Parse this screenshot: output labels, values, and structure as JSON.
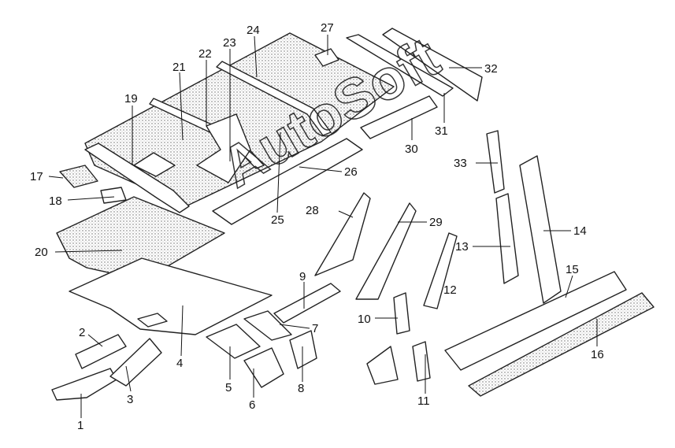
{
  "diagram": {
    "watermark": "AutoSoft",
    "parts": [
      {
        "id": "1",
        "label": "1"
      },
      {
        "id": "2",
        "label": "2"
      },
      {
        "id": "3",
        "label": "3"
      },
      {
        "id": "4",
        "label": "4"
      },
      {
        "id": "5",
        "label": "5"
      },
      {
        "id": "6",
        "label": "6"
      },
      {
        "id": "7",
        "label": "7"
      },
      {
        "id": "8",
        "label": "8"
      },
      {
        "id": "9",
        "label": "9"
      },
      {
        "id": "10",
        "label": "10"
      },
      {
        "id": "11",
        "label": "11"
      },
      {
        "id": "12",
        "label": "12"
      },
      {
        "id": "13",
        "label": "13"
      },
      {
        "id": "14",
        "label": "14"
      },
      {
        "id": "15",
        "label": "15"
      },
      {
        "id": "16",
        "label": "16"
      },
      {
        "id": "17",
        "label": "17"
      },
      {
        "id": "18",
        "label": "18"
      },
      {
        "id": "19",
        "label": "19"
      },
      {
        "id": "20",
        "label": "20"
      },
      {
        "id": "21",
        "label": "21"
      },
      {
        "id": "22",
        "label": "22"
      },
      {
        "id": "23",
        "label": "23"
      },
      {
        "id": "24",
        "label": "24"
      },
      {
        "id": "25",
        "label": "25"
      },
      {
        "id": "26",
        "label": "26"
      },
      {
        "id": "27",
        "label": "27"
      },
      {
        "id": "28",
        "label": "28"
      },
      {
        "id": "29",
        "label": "29"
      },
      {
        "id": "30",
        "label": "30"
      },
      {
        "id": "31",
        "label": "31"
      },
      {
        "id": "32",
        "label": "32"
      },
      {
        "id": "33",
        "label": "33"
      }
    ]
  }
}
